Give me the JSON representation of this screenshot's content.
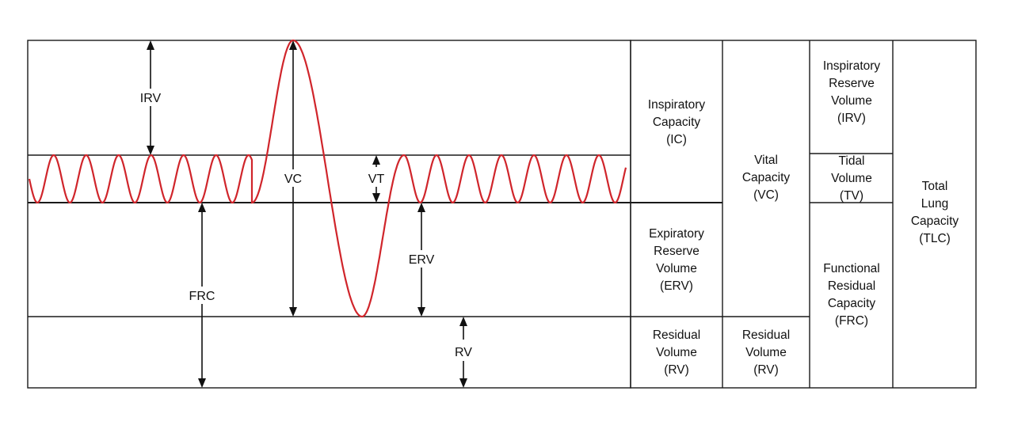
{
  "graph": {
    "labels": {
      "irv": "IRV",
      "vc": "VC",
      "vt": "VT",
      "frc": "FRC",
      "erv": "ERV",
      "rv": "RV"
    }
  },
  "table": {
    "col1": {
      "ic": [
        "Inspiratory",
        "Capacity",
        "(IC)"
      ],
      "erv": [
        "Expiratory",
        "Reserve",
        "Volume",
        "(ERV)"
      ],
      "rv": [
        "Residual",
        "Volume",
        "(RV)"
      ]
    },
    "col2": {
      "vc": [
        "Vital",
        "Capacity",
        "(VC)"
      ],
      "rv": [
        "Residual",
        "Volume",
        "(RV)"
      ]
    },
    "col3": {
      "irv": [
        "Inspiratory",
        "Reserve",
        "Volume",
        "(IRV)"
      ],
      "tv": [
        "Tidal",
        "Volume",
        "(TV)"
      ],
      "frc": [
        "Functional",
        "Residual",
        "Capacity",
        "(FRC)"
      ]
    },
    "col4": {
      "tlc": [
        "Total",
        "Lung",
        "Capacity",
        "(TLC)"
      ]
    }
  },
  "colors": {
    "wave": "#d0252b",
    "lines": "#1a1a1a"
  }
}
